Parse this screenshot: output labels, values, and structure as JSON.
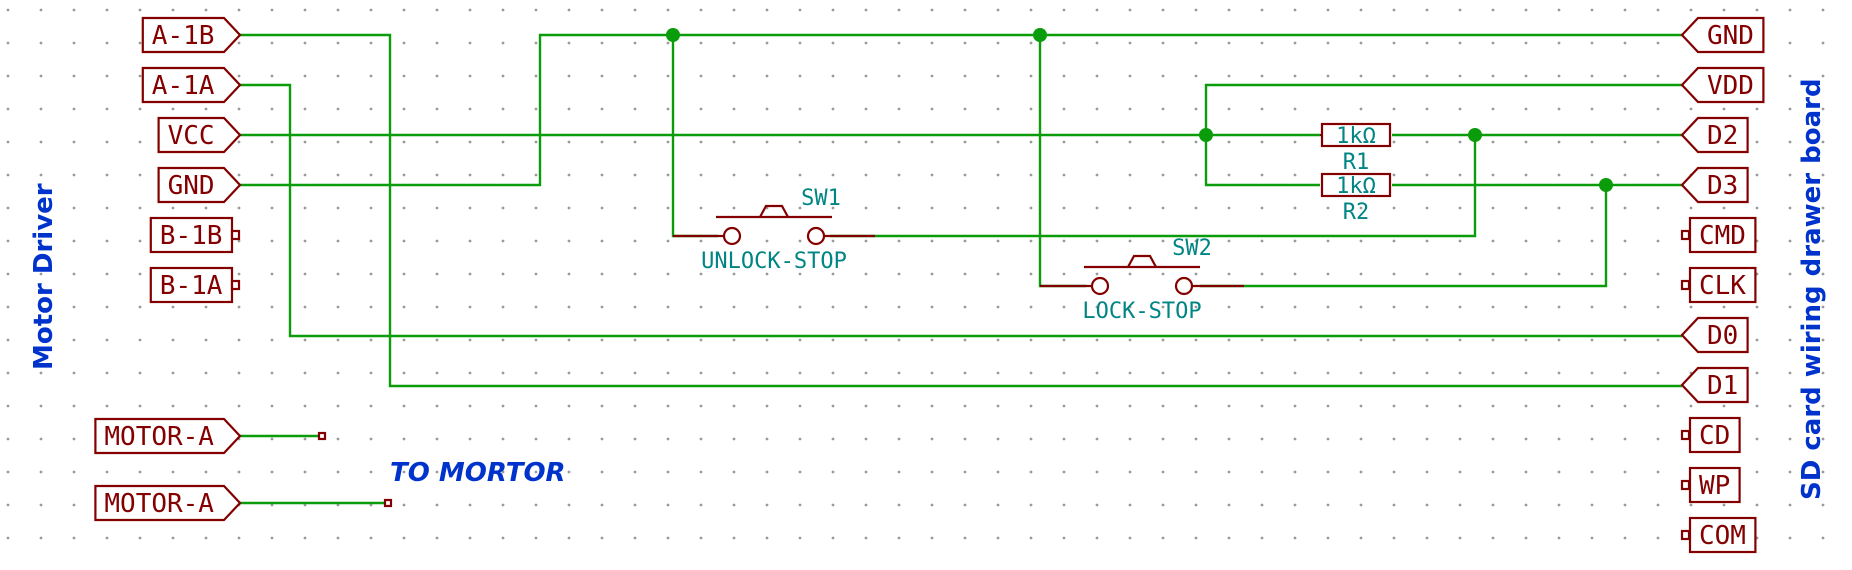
{
  "colors": {
    "wire": "#0a9c0a",
    "component": "#840000",
    "reference": "#008484",
    "note": "#0033cc",
    "grid": "#9a9a9a"
  },
  "left_labels": [
    {
      "text": "A-1B",
      "kind": "output"
    },
    {
      "text": "A-1A",
      "kind": "output"
    },
    {
      "text": "VCC",
      "kind": "output"
    },
    {
      "text": "GND",
      "kind": "output"
    },
    {
      "text": "B-1B",
      "kind": "passive"
    },
    {
      "text": "B-1A",
      "kind": "passive"
    }
  ],
  "motor_labels": [
    {
      "text": "MOTOR-A",
      "kind": "output"
    },
    {
      "text": "MOTOR-A",
      "kind": "output"
    }
  ],
  "right_labels": [
    {
      "text": "GND",
      "kind": "input"
    },
    {
      "text": "VDD",
      "kind": "input"
    },
    {
      "text": "D2",
      "kind": "input"
    },
    {
      "text": "D3",
      "kind": "input"
    },
    {
      "text": "CMD",
      "kind": "passive"
    },
    {
      "text": "CLK",
      "kind": "passive"
    },
    {
      "text": "D0",
      "kind": "input"
    },
    {
      "text": "D1",
      "kind": "input"
    },
    {
      "text": "CD",
      "kind": "passive"
    },
    {
      "text": "WP",
      "kind": "passive"
    },
    {
      "text": "COM",
      "kind": "passive"
    }
  ],
  "resistors": [
    {
      "ref": "R1",
      "value": "1kΩ"
    },
    {
      "ref": "R2",
      "value": "1kΩ"
    }
  ],
  "switches": [
    {
      "ref": "SW1",
      "value": "UNLOCK-STOP"
    },
    {
      "ref": "SW2",
      "value": "LOCK-STOP"
    }
  ],
  "notes": {
    "left_vertical": "Motor Driver",
    "right_vertical": "SD card wiring drawer board",
    "motor": "TO MORTOR"
  }
}
